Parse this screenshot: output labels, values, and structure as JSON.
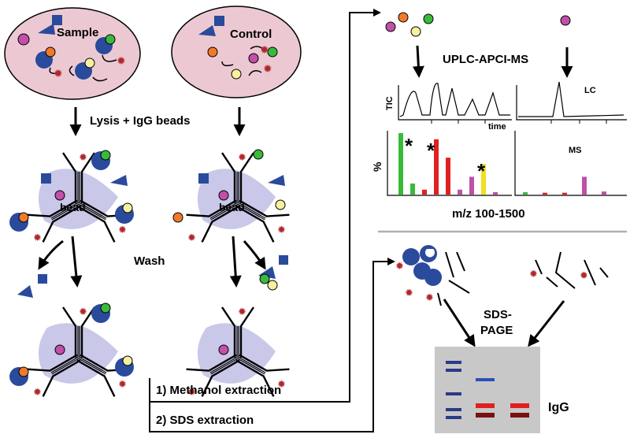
{
  "labels": {
    "sample": "Sample",
    "control": "Control",
    "lysis": "Lysis + IgG beads",
    "bead": "bead",
    "wash": "Wash",
    "step1": "1) Methanol extraction",
    "step2": "2) SDS extraction",
    "uplc": "UPLC-APCI-MS",
    "tic": "TIC",
    "time": "time",
    "lc": "LC",
    "ms": "MS",
    "percent": "%",
    "mz": "m/z 100-1500",
    "sds_page": [
      "SDS-",
      "PAGE"
    ],
    "igg": "IgG",
    "star": "*"
  },
  "colors": {
    "cell_fill": "#ecc9d2",
    "bead_fill": "#c9c8e8",
    "protein_blue": "#2a4a9c",
    "antigen_red": "#b0282c",
    "orange": "#f07a2a",
    "green": "#3aba3a",
    "yellow": "#f6f0a0",
    "magenta": "#c050a8",
    "gel": "#c8c8c8",
    "gel_blue": "#2a3a8a",
    "gel_red": "#e02020",
    "gel_darkred": "#7a1010"
  },
  "chart_data": [
    {
      "type": "bar",
      "panel": "sample MS",
      "xlabel": "m/z 100-1500",
      "ylabel": "%",
      "bars": [
        {
          "color": "green",
          "value": 1.0
        },
        {
          "color": "green",
          "value": 0.18
        },
        {
          "color": "red",
          "value": 0.08
        },
        {
          "color": "red",
          "value": 0.9
        },
        {
          "color": "red",
          "value": 0.6
        },
        {
          "color": "magenta",
          "value": 0.08
        },
        {
          "color": "magenta",
          "value": 0.29
        },
        {
          "color": "yellow",
          "value": 0.5
        },
        {
          "color": "magenta",
          "value": 0.04
        }
      ]
    },
    {
      "type": "bar",
      "panel": "control MS",
      "title": "MS",
      "bars": [
        {
          "color": "green",
          "value": 0.04
        },
        {
          "color": "red",
          "value": 0.03
        },
        {
          "color": "red",
          "value": 0.03
        },
        {
          "color": "magenta",
          "value": 0.29
        },
        {
          "color": "magenta",
          "value": 0.05
        }
      ]
    }
  ]
}
